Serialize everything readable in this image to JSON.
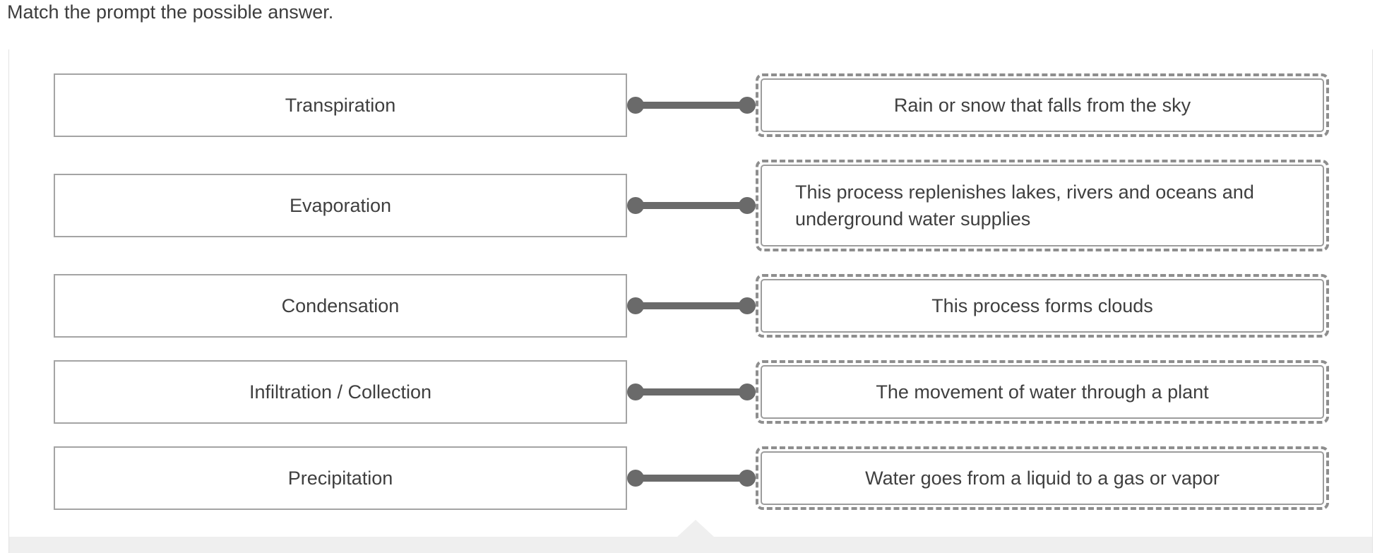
{
  "title": "Match the prompt the possible answer.",
  "pairs": [
    {
      "prompt": "Transpiration",
      "answer": "Rain or snow that falls from the sky"
    },
    {
      "prompt": "Evaporation",
      "answer": "This process replenishes lakes, rivers and oceans and underground water supplies"
    },
    {
      "prompt": "Condensation",
      "answer": "This process forms clouds"
    },
    {
      "prompt": "Infiltration / Collection",
      "answer": "The movement of water through a plant"
    },
    {
      "prompt": "Precipitation",
      "answer": "Water goes from a liquid to a gas or vapor"
    }
  ],
  "colors": {
    "connector": "#6a6a6a",
    "prompt_border": "#a4a4a4",
    "answer_dash_border": "#8e8e8e",
    "answer_inner_border": "#9c9c9c",
    "text": "#3f3f3f",
    "footer_bar": "#efefef",
    "panel_edge": "#e3e3e3"
  }
}
